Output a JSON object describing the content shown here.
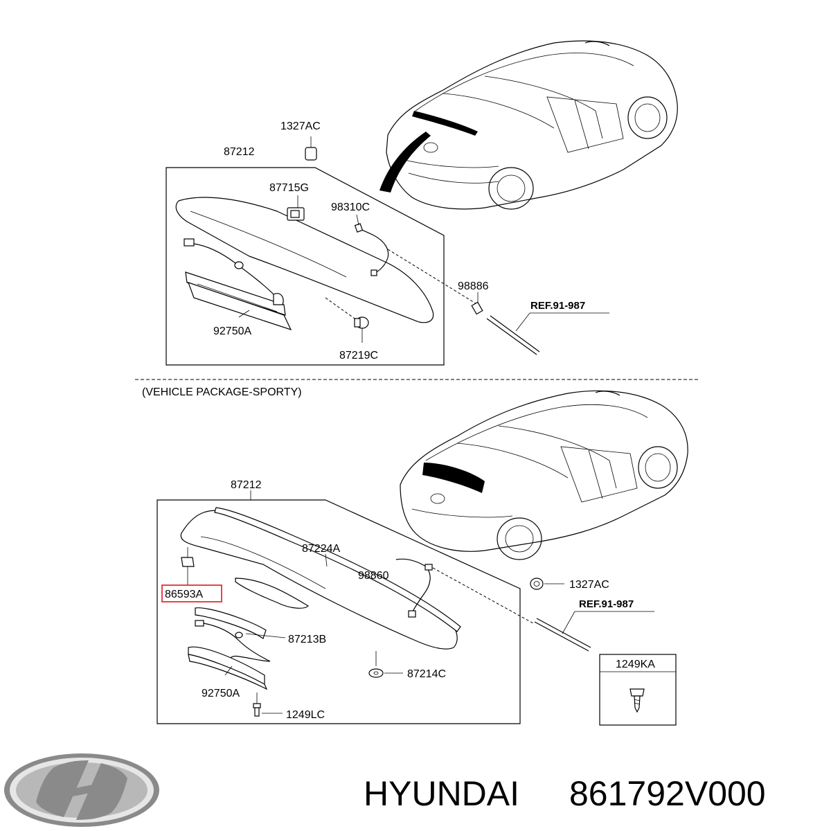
{
  "labels": {
    "top_1327ac": "1327AC",
    "top_87212": "87212",
    "top_87715g": "87715G",
    "top_98310c": "98310C",
    "top_98886": "98886",
    "top_ref": "REF.91-987",
    "top_92750a": "92750A",
    "top_87219c": "87219C",
    "caption": "(VEHICLE PACKAGE-SPORTY)",
    "bot_87212": "87212",
    "bot_87224a": "87224A",
    "bot_98860": "98860",
    "bot_1327ac": "1327AC",
    "bot_86593a": "86593A",
    "bot_ref": "REF.91-987",
    "bot_87213b": "87213B",
    "bot_87214c": "87214C",
    "bot_92750a": "92750A",
    "bot_1249lc": "1249LC",
    "bot_1249ka": "1249KA"
  },
  "footer": {
    "brand": "HYUNDAI",
    "part_number": "861792V000"
  },
  "colors": {
    "highlight": "#e0161d",
    "logo": "#8a8a8a"
  }
}
